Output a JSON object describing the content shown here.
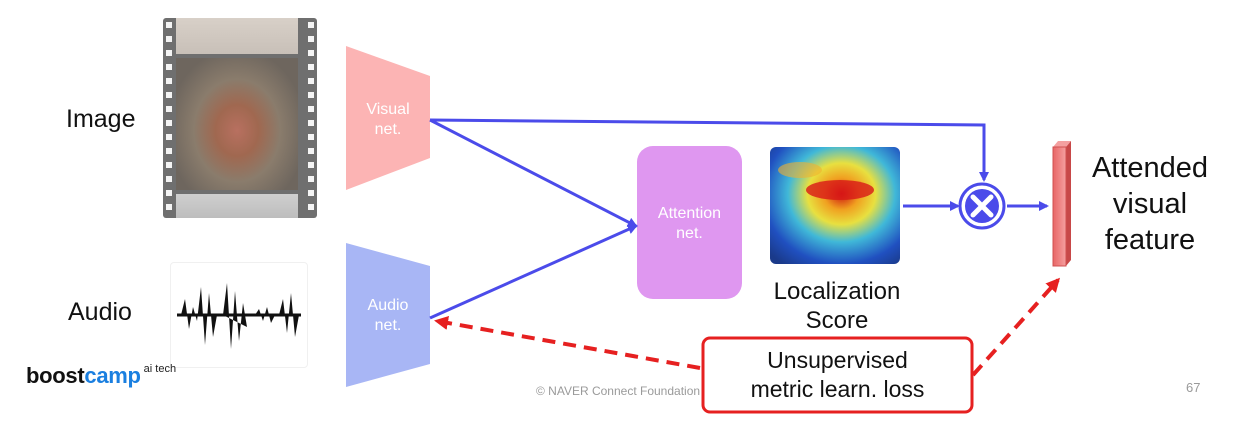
{
  "inputs": {
    "image_label": "Image",
    "audio_label": "Audio"
  },
  "networks": {
    "visual": [
      "Visual",
      "net."
    ],
    "audio": [
      "Audio",
      "net."
    ],
    "attention": [
      "Attention",
      "net."
    ]
  },
  "localization": [
    "Localization",
    "Score"
  ],
  "output": [
    "Attended",
    "visual",
    "feature"
  ],
  "loss": [
    "Unsupervised",
    "metric learn. loss"
  ],
  "footer": {
    "brand_part1": "boost",
    "brand_part2": "camp",
    "brand_sup": "ai tech",
    "copyright": "© NAVER Connect Foundation",
    "page_number": "67"
  },
  "colors": {
    "visual_net": "#fcb4b4",
    "audio_net": "#a8b6f5",
    "attention_net": "#df97f0",
    "arrow_blue": "#4b4bea",
    "loss_red": "#e62020",
    "output_bar": "#f08080",
    "brand_blue": "#1a7fe0"
  }
}
